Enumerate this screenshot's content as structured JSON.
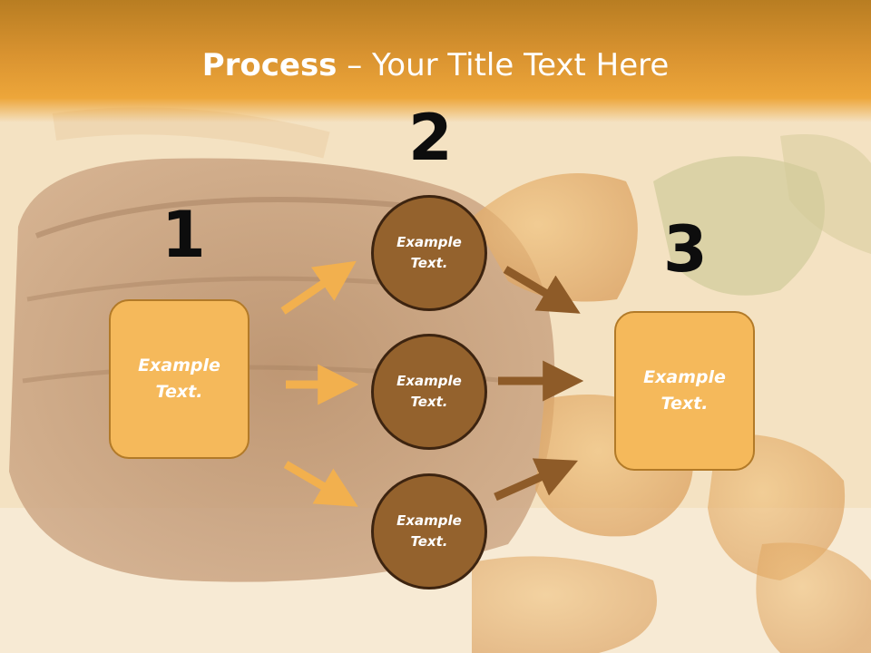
{
  "slide": {
    "title_bold": "Process",
    "title_rest": " – Your Title Text Here"
  },
  "steps": [
    {
      "number": "1",
      "box_text": "Example Text."
    },
    {
      "number": "2",
      "items": [
        "Example Text.",
        "Example Text.",
        "Example Text."
      ]
    },
    {
      "number": "3",
      "box_text": "Example Text."
    }
  ],
  "colors": {
    "header": "#d99330",
    "box_fill": "#f5b95b",
    "circle_fill": "#94622d",
    "left_arrow": "#f2b04e",
    "right_arrow": "#8e5b28"
  }
}
